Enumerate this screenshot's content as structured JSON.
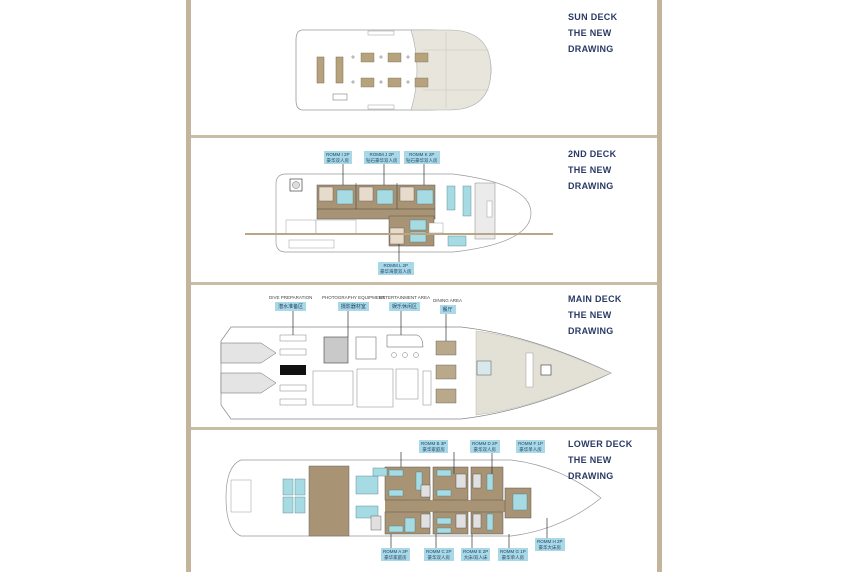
{
  "colors": {
    "frame": "#c2b59b",
    "divider": "#c9bda5",
    "title_text": "#2a3a66",
    "tag_bg": "#a9d9e6",
    "floor_wood": "#a89474",
    "bed": "#a6dbe3",
    "deck_teak": "#e3e0d6"
  },
  "decks": [
    {
      "name": "SUN DECK",
      "subtitle": "THE NEW DRAWING",
      "rooms": []
    },
    {
      "name": "2ND DECK",
      "subtitle": "THE NEW DRAWING",
      "rooms": [
        {
          "id": "ROMM I 2P",
          "cn": "豪华双人房"
        },
        {
          "id": "ROMM J 2P",
          "cn": "钻石豪华双人房"
        },
        {
          "id": "ROMM K 2P",
          "cn": "钻石豪华双人房"
        },
        {
          "id": "ROMM L 2P",
          "cn": "豪华海景双人房"
        }
      ]
    },
    {
      "name": "MAIN DECK",
      "subtitle": "THE NEW DRAWING",
      "areas": [
        {
          "en": "DIVE PREPARATION",
          "cn": "潜水准备区"
        },
        {
          "en": "PHOTOGRAPHY EQUIPMENT",
          "cn": "摄影器材室"
        },
        {
          "en": "ENTERTAINMENT AREA",
          "cn": "娱乐休闲区"
        },
        {
          "en": "DINING AREA",
          "cn": "餐厅"
        }
      ]
    },
    {
      "name": "LOWER DECK",
      "subtitle": "THE NEW DRAWING",
      "rooms": [
        {
          "id": "ROMM B 3P",
          "cn": "豪华家庭房"
        },
        {
          "id": "ROMM D 2P",
          "cn": "豪华双人房"
        },
        {
          "id": "ROMM F 1P",
          "cn": "豪华单人房"
        },
        {
          "id": "ROMM A 3P",
          "cn": "豪华家庭房"
        },
        {
          "id": "ROMM C 2P",
          "cn": "豪华双人房"
        },
        {
          "id": "ROMM E 2P",
          "cn": "大床/双人床"
        },
        {
          "id": "ROMM G 1P",
          "cn": "豪华单人房"
        },
        {
          "id": "ROMM H 2P",
          "cn": "豪华大床房"
        }
      ]
    }
  ]
}
